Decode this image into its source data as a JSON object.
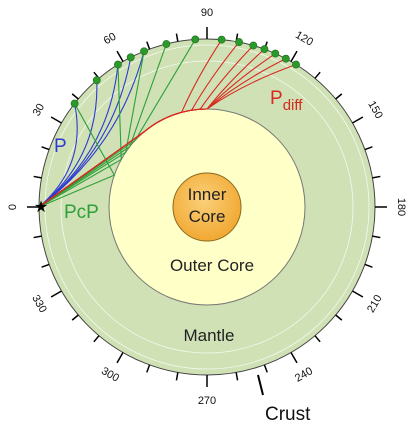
{
  "diagram": {
    "degree_labels": [
      {
        "deg": 0,
        "text": "0"
      },
      {
        "deg": 30,
        "text": "30"
      },
      {
        "deg": 60,
        "text": "60"
      },
      {
        "deg": 90,
        "text": "90"
      },
      {
        "deg": 120,
        "text": "120"
      },
      {
        "deg": 150,
        "text": "150"
      },
      {
        "deg": 180,
        "text": "180"
      },
      {
        "deg": 210,
        "text": "210"
      },
      {
        "deg": 240,
        "text": "240"
      },
      {
        "deg": 270,
        "text": "270"
      },
      {
        "deg": 300,
        "text": "300"
      },
      {
        "deg": 330,
        "text": "330"
      }
    ],
    "tick_step_deg": 10,
    "labels": {
      "p": "P",
      "pcp": "PcP",
      "pdiff_main": "P",
      "pdiff_sub": "diff",
      "inner_core_line1": "Inner",
      "inner_core_line2": "Core",
      "outer_core": "Outer Core",
      "mantle": "Mantle",
      "crust": "Crust"
    },
    "colors": {
      "mantle": "#cfe1b5",
      "outer_core": "#ffffc8",
      "inner_core": "#f5b03a",
      "p_rays": "#2d3bd1",
      "pcp_rays": "#2ea03a",
      "pdiff_rays": "#d82a20",
      "stations": "#2a9a2a",
      "source": "#000000"
    },
    "source_epicentral_deg": 0,
    "p_station_deg": [
      38,
      49,
      58,
      63,
      68
    ],
    "pcp_station_deg": [
      38,
      58,
      68,
      76,
      86
    ],
    "pdiff_station_deg": [
      95,
      101,
      106,
      110,
      114,
      118,
      122
    ]
  }
}
